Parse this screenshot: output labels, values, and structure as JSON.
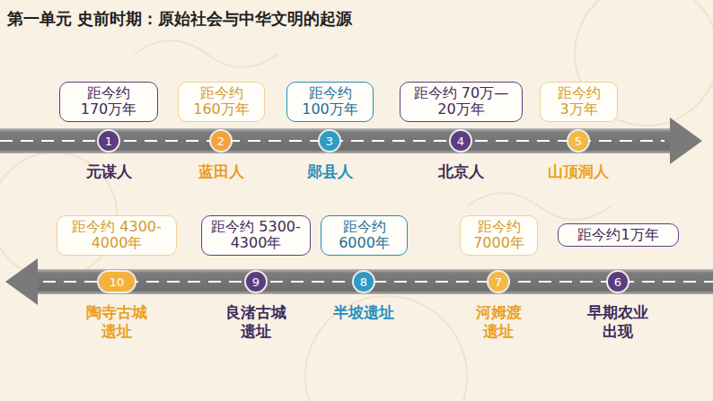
{
  "diagram": {
    "title": "第一单元 史前时期：原始社会与中华文明的起源",
    "nodes": [
      {
        "text": [
          "距今约 170万年"
        ]
      },
      {
        "text": [
          "1",
          "元谋人"
        ]
      },
      {
        "text": [
          "距今约 160万年"
        ]
      },
      {
        "text": [
          "2",
          "蓝田人"
        ]
      },
      {
        "text": [
          "距今约 100万年"
        ]
      },
      {
        "text": [
          "3",
          "郧县人"
        ]
      },
      {
        "text": [
          "距今约 70万—20万年"
        ]
      },
      {
        "text": [
          "4",
          "北京人"
        ]
      },
      {
        "text": [
          "距今约 3万年"
        ]
      },
      {
        "text": [
          "5",
          "山顶洞人"
        ]
      },
      {
        "text": [
          "距今约1万年"
        ]
      },
      {
        "text": [
          "6",
          "早期农业出现"
        ]
      },
      {
        "text": [
          "距今约 7000年"
        ]
      },
      {
        "text": [
          "7",
          "河姆渡遗址"
        ]
      },
      {
        "text": [
          "距今约 6000年"
        ]
      },
      {
        "text": [
          "8",
          "半坡遗址"
        ]
      },
      {
        "text": [
          "距今约 5300-4300年"
        ]
      },
      {
        "text": [
          "9",
          "良渚古城遗址"
        ]
      },
      {
        "text": [
          "距今约 4300-4000年"
        ]
      },
      {
        "text": [
          "10",
          "陶寺古城遗址"
        ]
      }
    ]
  }
}
